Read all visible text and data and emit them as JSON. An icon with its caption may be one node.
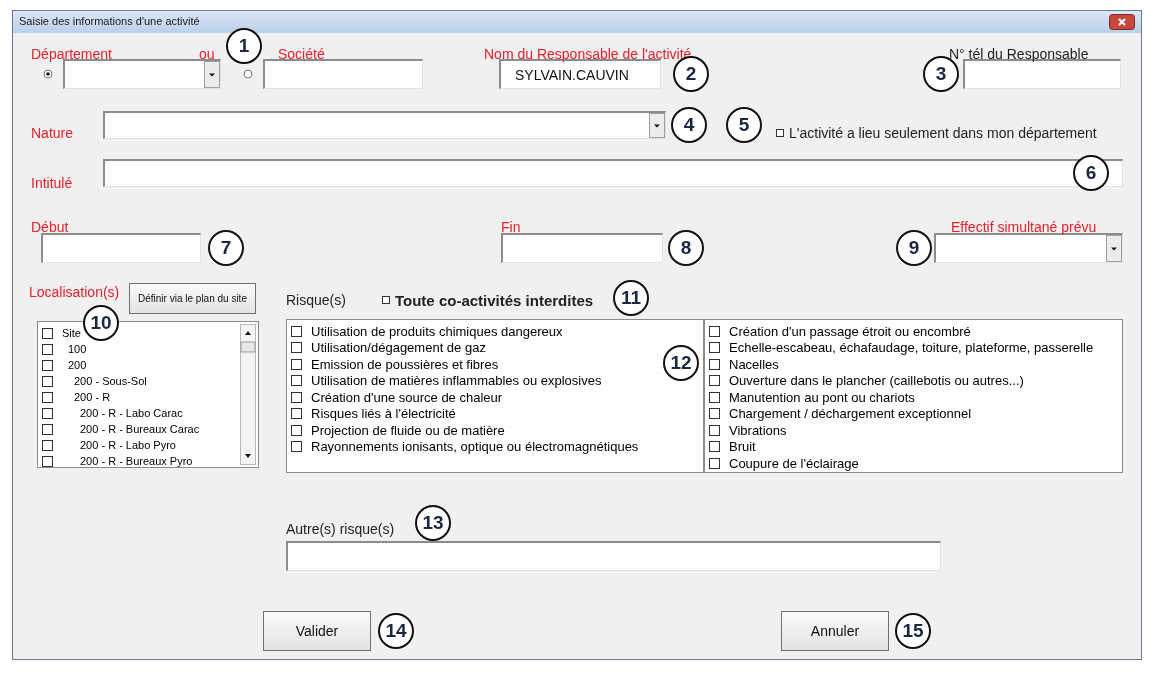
{
  "diagram": {
    "nodes": [
      {
        "text": [
          "Saisie des informations d'une activité"
        ]
      },
      {
        "text": [
          "1"
        ],
        "in": 0
      },
      {
        "text": [],
        "shape": "box",
        "in": 0
      },
      {
        "text": [],
        "shape": "box",
        "in": 0
      },
      {
        "text": [
          "SYLVAIN.CAUVIN"
        ],
        "in": 0
      },
      {
        "text": [
          "2"
        ],
        "in": 0
      },
      {
        "text": [
          "3"
        ],
        "in": 0
      },
      {
        "text": [],
        "shape": "box",
        "in": 0
      },
      {
        "text": [],
        "shape": "box",
        "in": 0
      },
      {
        "text": [
          "4"
        ],
        "in": 0
      },
      {
        "text": [
          "5"
        ],
        "in": 0
      },
      {
        "text": [],
        "shape": "box",
        "in": 0
      },
      {
        "text": [
          "6"
        ],
        "in": 0
      },
      {
        "text": [],
        "shape": "box",
        "in": 0
      },
      {
        "text": [
          "7"
        ],
        "in": 0
      },
      {
        "text": [],
        "shape": "box",
        "in": 0
      },
      {
        "text": [
          "8"
        ],
        "in": 0
      },
      {
        "text": [
          "9"
        ],
        "in": 0
      },
      {
        "text": [],
        "shape": "box",
        "in": 0
      },
      {
        "text": [
          "Définir via le plan du site"
        ],
        "in": 0
      },
      {
        "text": [
          "10"
        ],
        "in": 0
      },
      {
        "text": [
          "11"
        ],
        "in": 0
      },
      {
        "text": [
          "Site",
          "100",
          "200",
          "200 - Sous-Sol",
          "200 - R",
          "200 - R - Labo Carac",
          "200 - R - Bureaux Carac",
          "200 - R - Labo Pyro",
          "200 - R - Bureaux Pyro"
        ],
        "in": 0
      },
      {
        "text": [
          "Utilisation de produits chimiques dangereux",
          "Utilisation/dégagement de gaz",
          "Emission de poussières et fibres",
          "Utilisation de matières inflammables ou explosives",
          "Création d'une source de chaleur",
          "Risques liés à l'électricité",
          "Projection de fluide ou de matière",
          "Rayonnements ionisants, optique ou électromagnétiques"
        ],
        "in": 0
      },
      {
        "text": [
          "Création d'un passage étroit ou encombré",
          "Echelle-escabeau, échafaudage, toiture, plateforme, passerelle",
          "Nacelles",
          "Ouverture dans le plancher (caillebotis ou autres...)",
          "Manutention au pont ou chariots",
          "Chargement / déchargement exceptionnel",
          "Vibrations",
          "Bruit",
          "Coupure de l'éclairage"
        ],
        "in": 0
      },
      {
        "text": [
          "12"
        ],
        "in": 23
      },
      {
        "text": [
          "13"
        ],
        "in": 0
      },
      {
        "text": [],
        "shape": "box",
        "in": 0
      },
      {
        "text": [
          "Valider"
        ],
        "in": 0
      },
      {
        "text": [
          "14"
        ],
        "in": 0
      },
      {
        "text": [
          "Annuler"
        ],
        "in": 0
      },
      {
        "text": [
          "15"
        ],
        "in": 0
      }
    ],
    "labels": [
      "Département",
      "ou",
      "Société",
      "Nom du Responsable de l'activité",
      "N° tél du Responsable",
      "Nature",
      "L'activité a lieu seulement dans mon département",
      "Intitulé",
      "Début",
      "Fin",
      "Effectif simultané prévu",
      "Localisation(s)",
      "Risque(s)",
      "Toute co-activités interdites",
      "Autre(s) risque(s)"
    ]
  }
}
